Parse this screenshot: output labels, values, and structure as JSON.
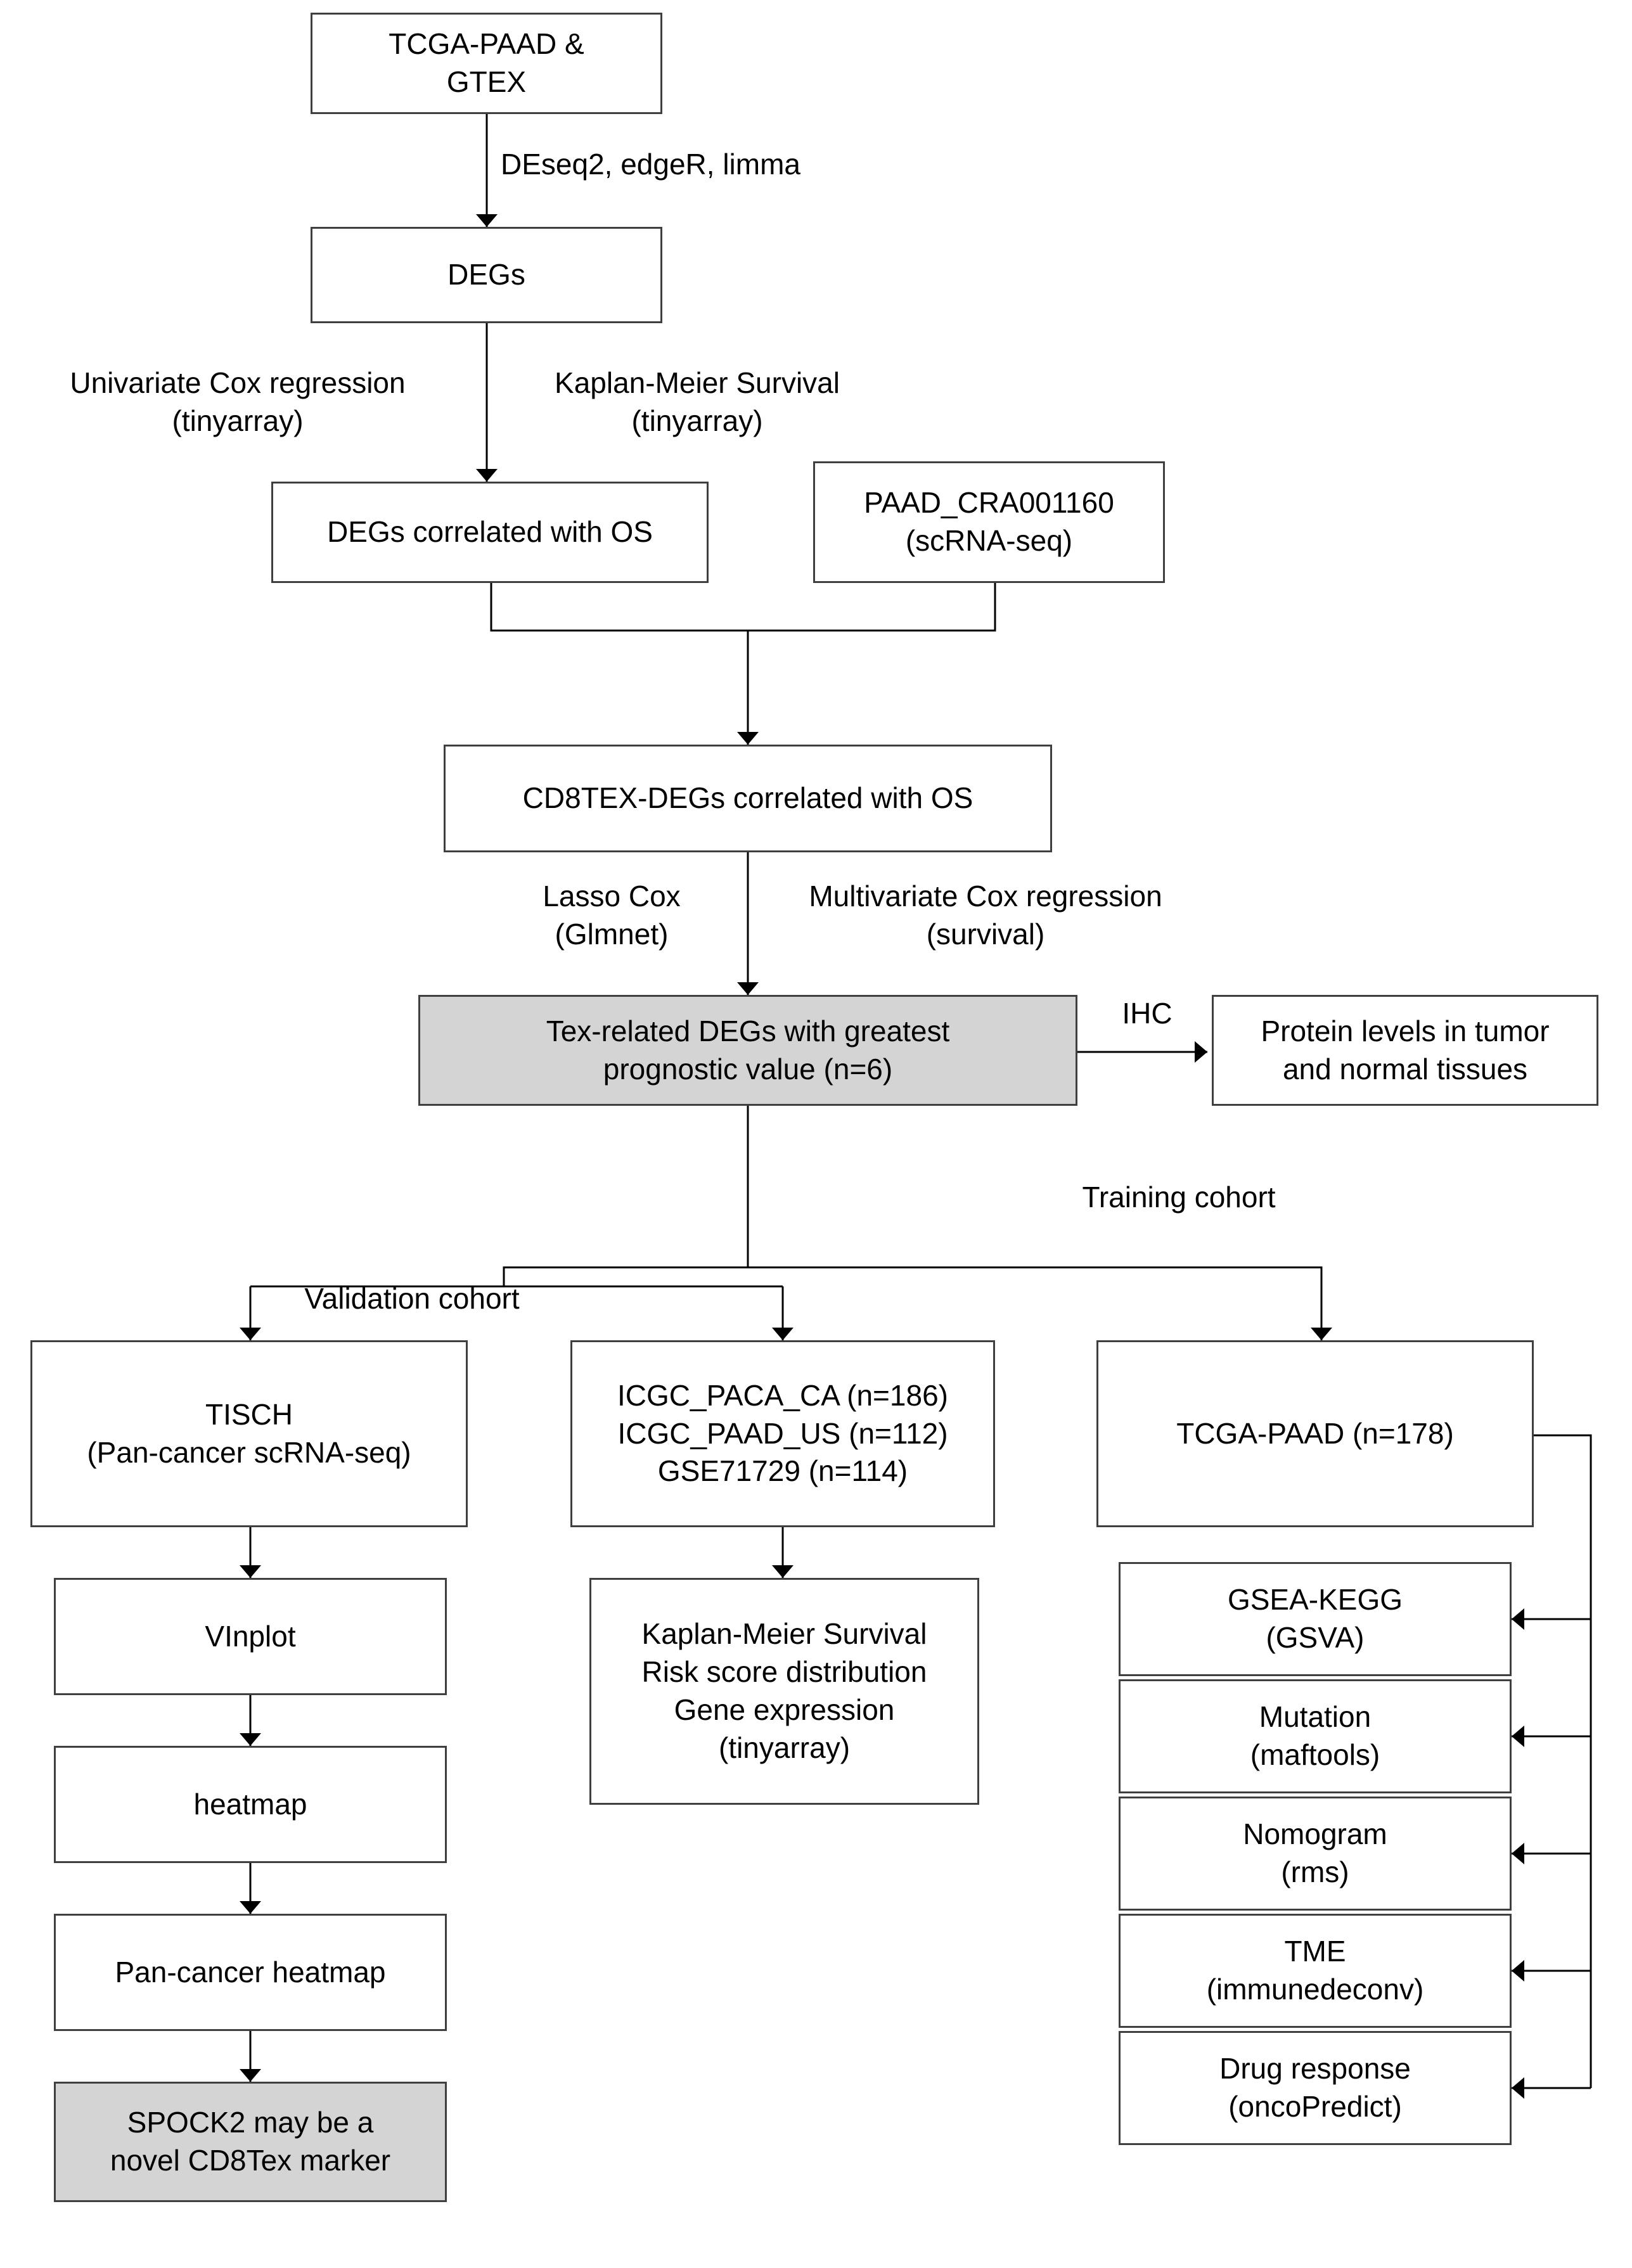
{
  "diagram": {
    "title": "Study workflow flowchart",
    "colors": {
      "node_fill": "#ffffff",
      "node_highlight_fill": "#d4d4d4",
      "node_stroke": "#3f3f3f",
      "connector": "#000000",
      "text": "#000000"
    },
    "nodes": [
      {
        "id": "tcga_gtex",
        "text": "TCGA-PAAD &\nGTEX",
        "highlight": false
      },
      {
        "id": "degs",
        "text": "DEGs",
        "highlight": false
      },
      {
        "id": "degs_os",
        "text": "DEGs correlated with OS",
        "highlight": false
      },
      {
        "id": "paad_cra",
        "text": "PAAD_CRA001160\n(scRNA-seq)",
        "highlight": false
      },
      {
        "id": "cd8tex_degs_os",
        "text": "CD8TEX-DEGs correlated with OS",
        "highlight": false
      },
      {
        "id": "tex_related",
        "text": "Tex-related DEGs with greatest\nprognostic value (n=6)",
        "highlight": true
      },
      {
        "id": "protein_levels",
        "text": "Protein levels in tumor\nand normal tissues",
        "highlight": false
      },
      {
        "id": "tisch",
        "text": "TISCH\n(Pan-cancer scRNA-seq)",
        "highlight": false
      },
      {
        "id": "icgc_sets",
        "text": "ICGC_PACA_CA (n=186)\nICGC_PAAD_US (n=112)\nGSE71729 (n=114)",
        "highlight": false
      },
      {
        "id": "tcga_paad_178",
        "text": "TCGA-PAAD (n=178)",
        "highlight": false
      },
      {
        "id": "vlnplot",
        "text": "VInplot",
        "highlight": false
      },
      {
        "id": "km_panel",
        "text": "Kaplan-Meier Survival\nRisk score distribution\nGene expression\n(tinyarray)",
        "highlight": false
      },
      {
        "id": "gsea_kegg",
        "text": "GSEA-KEGG\n(GSVA)",
        "highlight": false
      },
      {
        "id": "heatmap",
        "text": "heatmap",
        "highlight": false
      },
      {
        "id": "mutation",
        "text": "Mutation\n(maftools)",
        "highlight": false
      },
      {
        "id": "nomogram",
        "text": "Nomogram\n(rms)",
        "highlight": false
      },
      {
        "id": "pancancer_heatmap",
        "text": "Pan-cancer heatmap",
        "highlight": false
      },
      {
        "id": "tme",
        "text": "TME\n(immunedeconv)",
        "highlight": false
      },
      {
        "id": "spock2",
        "text": "SPOCK2 may be a\nnovel CD8Tex marker",
        "highlight": true
      },
      {
        "id": "drug_response",
        "text": "Drug response\n(oncoPredict)",
        "highlight": false
      }
    ],
    "edge_labels": [
      {
        "id": "deseq_edger_limma",
        "text": "DEseq2, edgeR, limma"
      },
      {
        "id": "univariate_cox",
        "text": "Univariate Cox regression\n(tinyarray)"
      },
      {
        "id": "kaplan_meier",
        "text": "Kaplan-Meier Survival\n(tinyarray)"
      },
      {
        "id": "lasso_cox",
        "text": "Lasso Cox\n(Glmnet)"
      },
      {
        "id": "multivariate_cox",
        "text": "Multivariate Cox regression\n(survival)"
      },
      {
        "id": "ihc",
        "text": "IHC"
      },
      {
        "id": "training_cohort",
        "text": "Training cohort"
      },
      {
        "id": "validation_cohort",
        "text": "Validation cohort"
      }
    ]
  }
}
